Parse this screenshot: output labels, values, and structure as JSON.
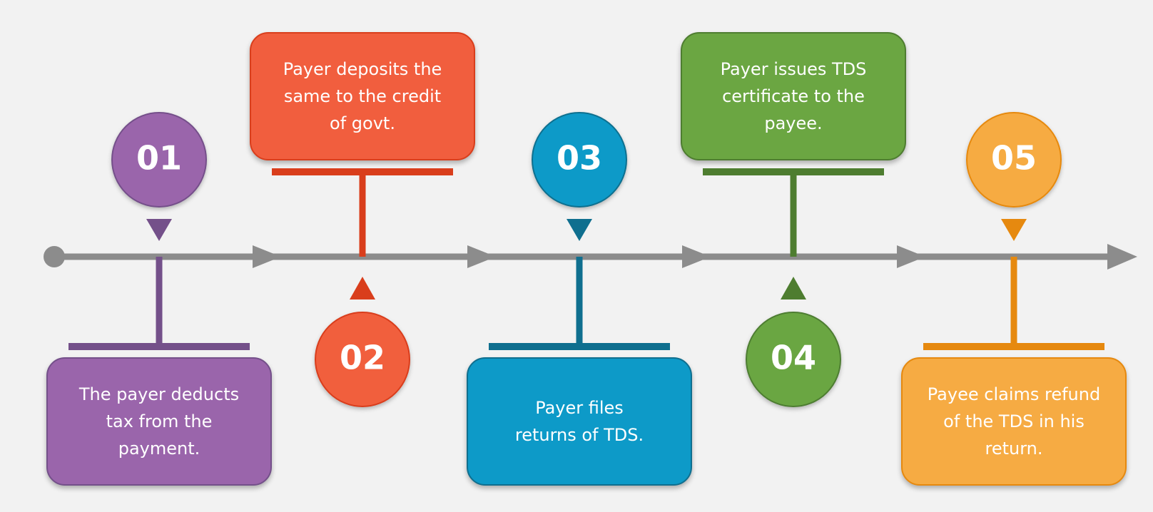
{
  "timeline": {
    "colors": {
      "axis": "#8c8c8c",
      "background": "#f2f2f2"
    },
    "steps": [
      {
        "number": "01",
        "text": "The payer deducts\ntax from the\npayment.",
        "color": "#9a65ab",
        "box_color": "#9a65ab",
        "dark_color": "#74508a",
        "position": "circle-top"
      },
      {
        "number": "02",
        "text": "Payer deposits the\nsame to the credit\nof govt.",
        "color": "#f15e3e",
        "box_color": "#f15e3e",
        "dark_color": "#d93e1c",
        "position": "circle-bottom"
      },
      {
        "number": "03",
        "text": "Payer files\nreturns of TDS.",
        "color": "#0d9ac8",
        "box_color": "#0d9ac8",
        "dark_color": "#0f6f8f",
        "position": "circle-top"
      },
      {
        "number": "04",
        "text": "Payer issues TDS\ncertificate to the\npayee.",
        "color": "#6ba642",
        "box_color": "#6ba642",
        "dark_color": "#4e7d30",
        "position": "circle-bottom"
      },
      {
        "number": "05",
        "text": "Payee claims refund\nof the TDS in his\nreturn.",
        "color": "#f6ab43",
        "box_color": "#f6ab43",
        "dark_color": "#e6890f",
        "position": "circle-top"
      }
    ]
  }
}
